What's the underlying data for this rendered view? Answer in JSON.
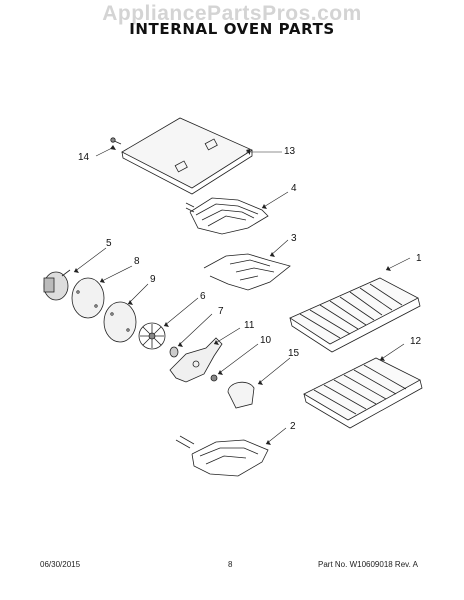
{
  "watermark": "AppliancePartsPros.com",
  "title": "INTERNAL OVEN PARTS",
  "callouts": [
    "1",
    "2",
    "3",
    "4",
    "5",
    "6",
    "7",
    "8",
    "9",
    "10",
    "11",
    "12",
    "13",
    "14",
    "15"
  ],
  "footer": {
    "date": "06/30/2015",
    "page": "8",
    "part_number": "Part No. W10609018  Rev. A"
  }
}
